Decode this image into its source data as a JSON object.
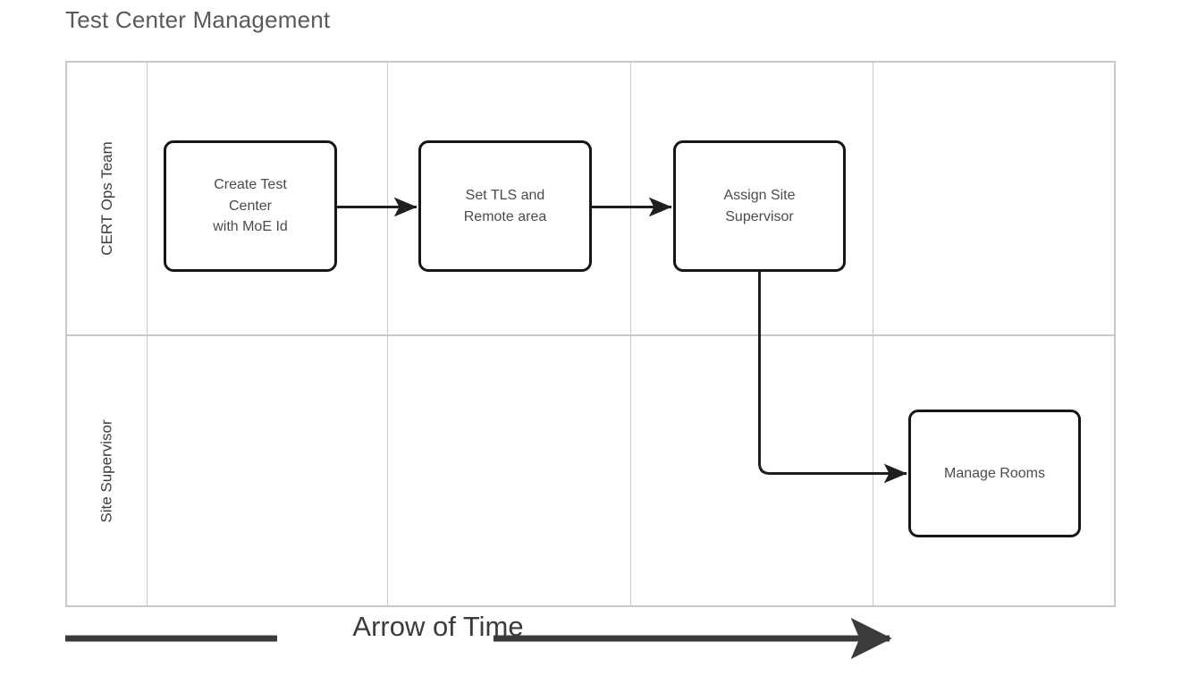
{
  "page": {
    "title": "Test Center Management"
  },
  "diagram": {
    "type": "swimlane-flowchart",
    "colors": {
      "grid_line": "#c9c9c9",
      "node_border": "#161616",
      "node_fill": "#ffffff",
      "node_text": "#4b4b4b",
      "title_text": "#5a5a5a",
      "connector": "#1f1f1f"
    },
    "lanes": [
      {
        "id": "lane-cert-ops-team",
        "label": "CERT Ops Team"
      },
      {
        "id": "lane-site-supervisor",
        "label": "Site Supervisor"
      }
    ],
    "columns": 4,
    "nodes": [
      {
        "id": "create-test-center",
        "lane": "CERT Ops Team",
        "column": 1,
        "lines": [
          "Create Test",
          "Center",
          "with MoE Id"
        ],
        "text": "Create Test Center with MoE Id"
      },
      {
        "id": "set-tls",
        "lane": "CERT Ops Team",
        "column": 2,
        "lines": [
          "Set TLS and",
          "Remote area"
        ],
        "text": "Set TLS and Remote area"
      },
      {
        "id": "assign-site-supervisor",
        "lane": "CERT Ops Team",
        "column": 3,
        "lines": [
          "Assign Site",
          "Supervisor"
        ],
        "text": "Assign Site Supervisor"
      },
      {
        "id": "manage-rooms",
        "lane": "Site Supervisor",
        "column": 4,
        "lines": [
          "Manage Rooms"
        ],
        "text": "Manage Rooms"
      }
    ],
    "connectors": [
      {
        "id": "conn-1",
        "from": "create-test-center",
        "to": "set-tls",
        "style": "straight-arrow"
      },
      {
        "id": "conn-2",
        "from": "set-tls",
        "to": "assign-site-supervisor",
        "style": "straight-arrow"
      },
      {
        "id": "conn-3",
        "from": "assign-site-supervisor",
        "to": "manage-rooms",
        "style": "elbow-arrow"
      }
    ]
  },
  "footer": {
    "arrow_of_time_label": "Arrow of Time"
  }
}
